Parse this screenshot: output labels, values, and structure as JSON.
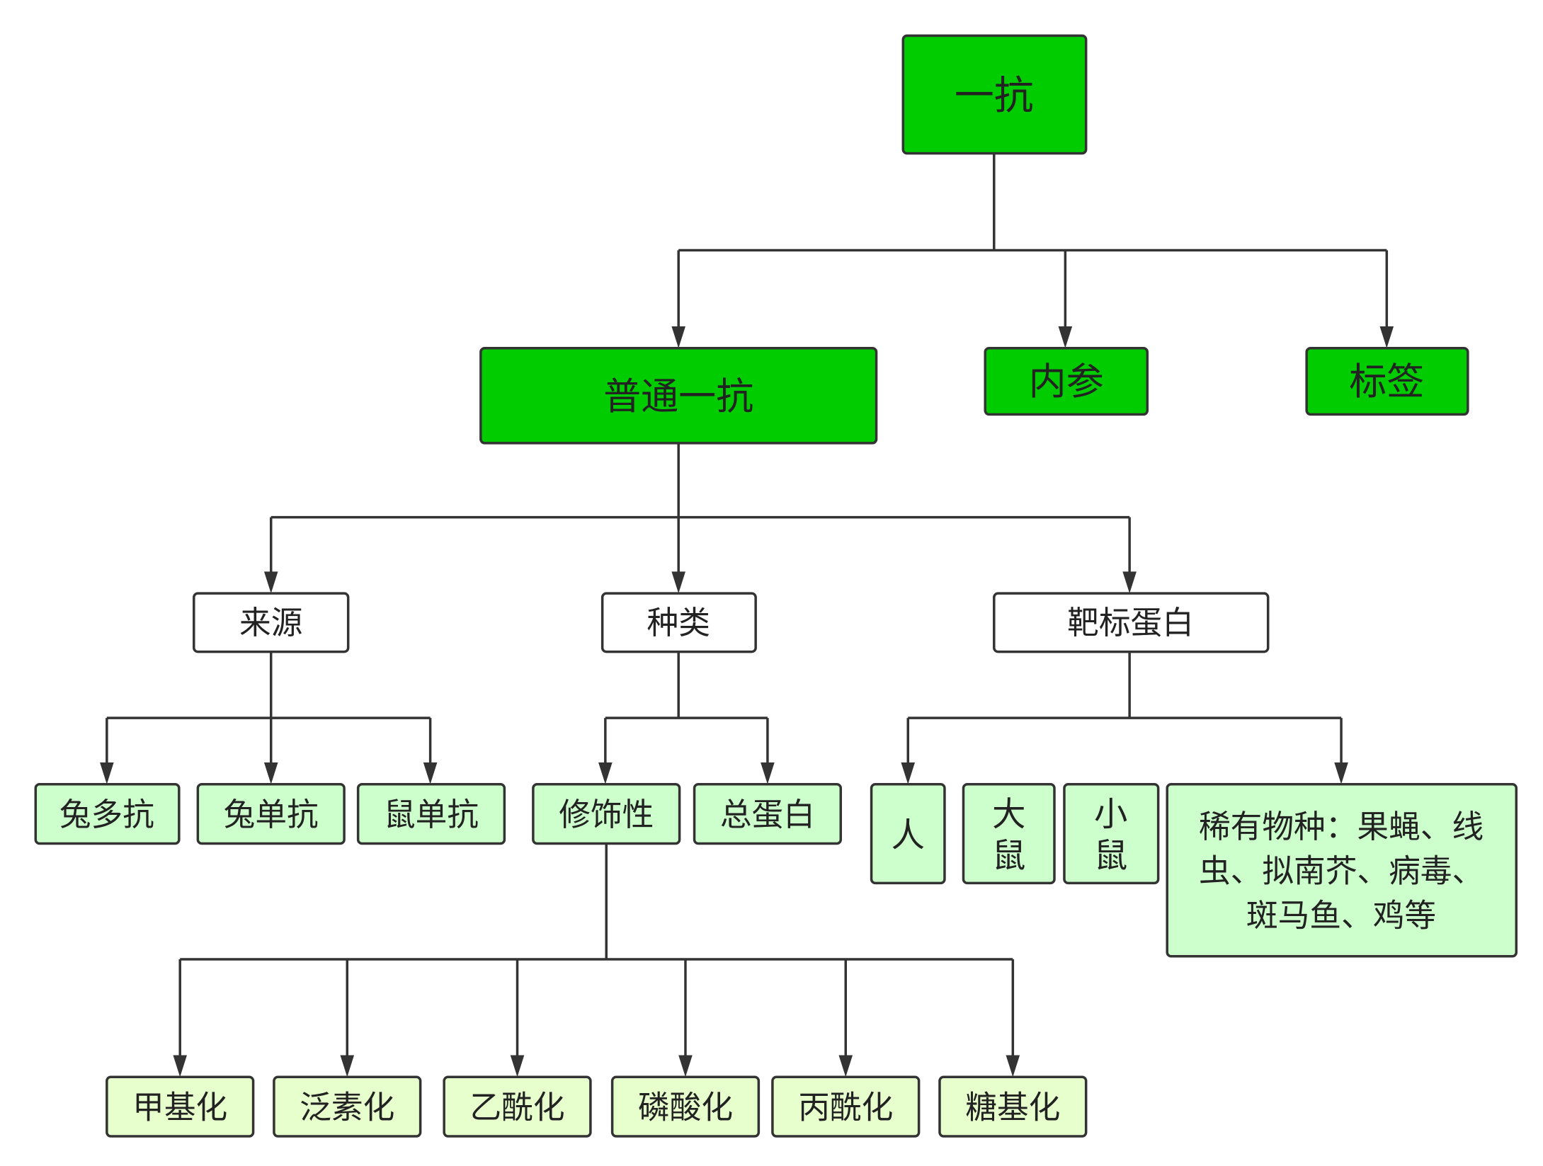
{
  "colors": {
    "root": "#00cc00",
    "category": "#ffffff",
    "leaf": "#ccffcc",
    "modification": "#e6ffcc",
    "line": "#333333"
  },
  "root": {
    "label": "一抗"
  },
  "level1": {
    "normal": "普通一抗",
    "internal_ref": "内参",
    "tag": "标签"
  },
  "level2": {
    "source": "来源",
    "type": "种类",
    "target": "靶标蛋白"
  },
  "source_items": [
    "兔多抗",
    "兔单抗",
    "鼠单抗"
  ],
  "type_items": [
    "修饰性",
    "总蛋白"
  ],
  "target_items": {
    "human": "人",
    "rat": [
      "大",
      "鼠"
    ],
    "mouse": [
      "小",
      "鼠"
    ],
    "rare": [
      "稀有物种：果蝇、线",
      "虫、拟南芥、病毒、",
      "斑马鱼、鸡等"
    ]
  },
  "modification_items": [
    "甲基化",
    "泛素化",
    "乙酰化",
    "磷酸化",
    "丙酰化",
    "糖基化"
  ]
}
